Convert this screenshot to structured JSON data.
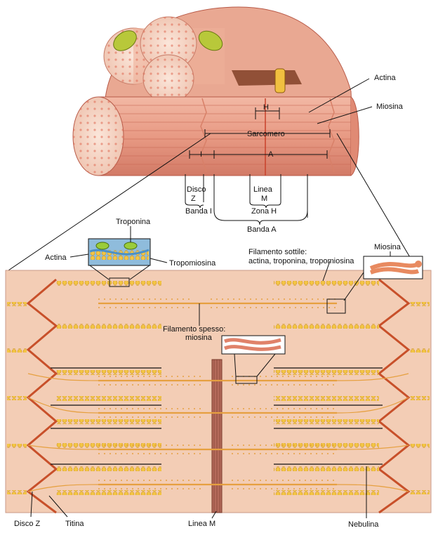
{
  "labels": {
    "actina_top": "Actina",
    "miosina_top": "Miosina",
    "h": "H",
    "sarcomero": "Sarcomero",
    "i": "I",
    "a": "A",
    "disco": "Disco",
    "z": "Z",
    "linea": "Linea",
    "m": "M",
    "banda_i": "Banda I",
    "zona_h": "Zona H",
    "banda_a": "Banda A",
    "troponina": "Troponina",
    "actina_inset": "Actina",
    "tropomiosina": "Tropomiosina",
    "filamento_sottile_1": "Filamento sottile:",
    "filamento_sottile_2": "actina, troponina, tropomiosina",
    "miosina_inset": "Miosina",
    "filamento_spesso_1": "Filamento spesso:",
    "filamento_spesso_2": "miosina",
    "disco_z": "Disco Z",
    "titina": "Titina",
    "linea_m": "Linea M",
    "nebulina": "Nebulina"
  },
  "colors": {
    "muscle": "#e8a08c",
    "muscle_dark": "#c85a48",
    "fiber_end": "#f6d6c4",
    "panel_bg": "#f2cdb6",
    "z_line": "#c8502a",
    "actin": "#f0c84a",
    "myosin": "#e8a040",
    "mitochondria": "#b8c83a"
  }
}
